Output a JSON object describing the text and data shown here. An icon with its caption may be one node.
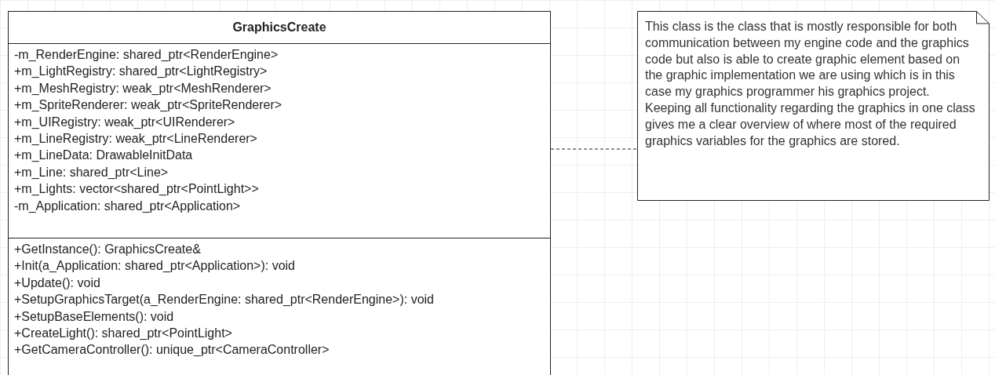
{
  "diagram": {
    "nodes": [
      {
        "text": [
          "GraphicsCreate"
        ]
      },
      {
        "text": [
          "-m_RenderEngine: shared_ptr<RenderEngine>",
          "+m_LightRegistry: shared_ptr<LightRegistry>",
          "+m_MeshRegistry: weak_ptr<MeshRenderer>",
          "+m_SpriteRenderer: weak_ptr<SpriteRenderer>",
          "+m_UIRegistry: weak_ptr<UIRenderer>",
          "+m_LineRegistry: weak_ptr<LineRenderer>",
          "+m_LineData: DrawableInitData",
          "+m_Line: shared_ptr<Line>",
          "+m_Lights: vector<shared_ptr<PointLight>>",
          "-m_Application: shared_ptr<Application>"
        ],
        "in": 0
      },
      {
        "text": [
          "+GetInstance(): GraphicsCreate&",
          "+Init(a_Application: shared_ptr<Application>): void",
          "+Update(): void",
          "+SetupGraphicsTarget(a_RenderEngine: shared_ptr<RenderEngine>): void",
          "+SetupBaseElements(): void",
          "+CreateLight(): shared_ptr<PointLight>",
          "+GetCameraController(): unique_ptr<CameraController>"
        ],
        "in": 0
      },
      {
        "text": [
          "This class is the class that is mostly responsible for both communication between my engine code and the graphics code but also is able to create graphic element based on the graphic implementation we are using which is in this case my graphics programmer his graphics project. Keeping all functionality regarding the graphics in one class gives me a clear overview of where most of the required graphics variables for the graphics are stored."
        ]
      }
    ],
    "edges": [
      {
        "from": 0,
        "to": 3,
        "arrow": "none",
        "style": "dashed"
      }
    ]
  }
}
